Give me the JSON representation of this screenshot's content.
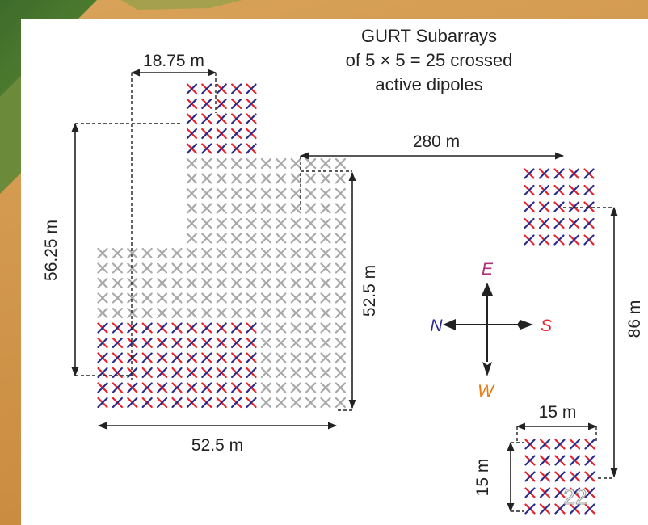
{
  "title": {
    "line1": "GURT Subarrays",
    "line2": "of 5 × 5 = 25 crossed",
    "line3": "active dipoles"
  },
  "dimensions": {
    "top_width": "18.75 m",
    "left_height": "56.25 m",
    "right_height": "52.5 m",
    "bottom_width": "52.5 m",
    "separation": "280 m",
    "offset": "86 m",
    "small_width": "15 m",
    "small_height": "15 m"
  },
  "compass": {
    "east": "E",
    "north": "N",
    "south": "S",
    "west": "W"
  },
  "page_number": "22",
  "colors": {
    "active_dipole_a": "#e8202a",
    "active_dipole_b": "#2a2a8c",
    "inactive_dipole": "#a8a8a8",
    "east_label": "#b0307a",
    "north_label": "#2a2a8c",
    "south_label": "#e8202a",
    "west_label": "#e87a10"
  }
}
